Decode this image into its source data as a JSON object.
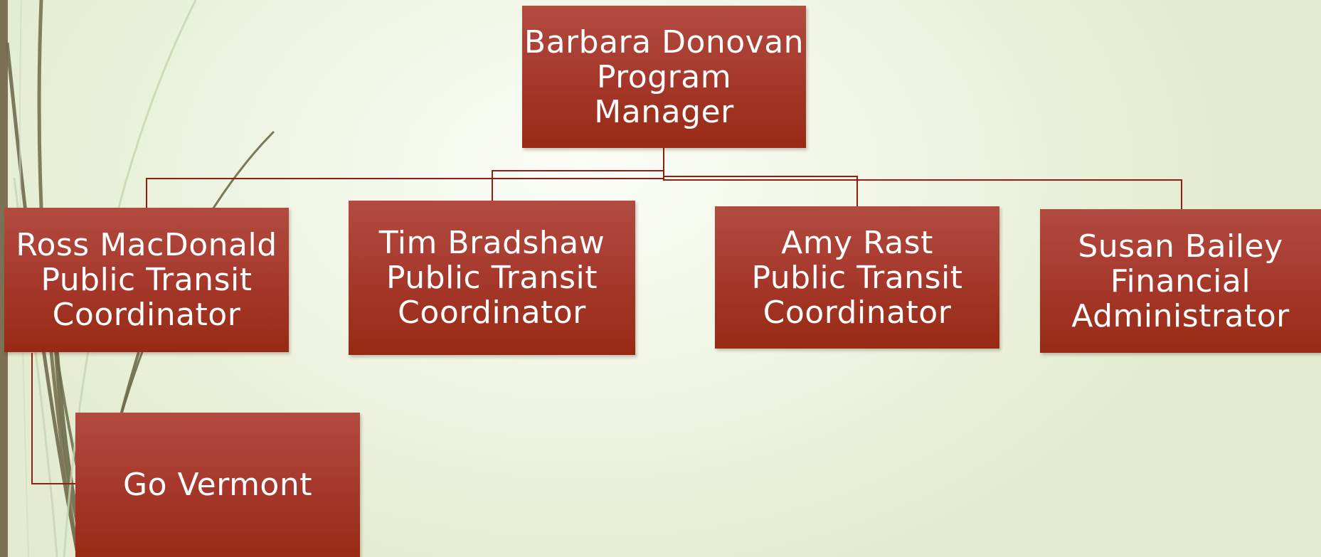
{
  "colors": {
    "node_fill": "#a5372a",
    "connector": "#8e1f12",
    "text": "#ffffff",
    "left_bar": "#7c7155"
  },
  "root": {
    "name": "Barbara Donovan",
    "title": "Program Manager"
  },
  "staff": [
    {
      "name": "Ross MacDonald",
      "title_line1": "Public Transit",
      "title_line2": "Coordinator"
    },
    {
      "name": "Tim Bradshaw",
      "title_line1": "Public Transit",
      "title_line2": "Coordinator"
    },
    {
      "name": "Amy Rast",
      "title_line1": "Public Transit",
      "title_line2": "Coordinator"
    },
    {
      "name": "Susan Bailey",
      "title_line1": "Financial",
      "title_line2": "Administrator"
    }
  ],
  "sub_unit": {
    "label": "Go Vermont"
  }
}
